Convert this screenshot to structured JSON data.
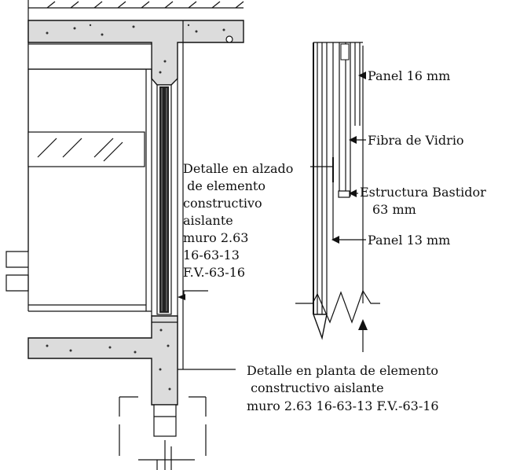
{
  "elevation_detail": {
    "title_lines": [
      "Detalle en alzado",
      " de elemento",
      "constructivo",
      "aislante",
      "muro 2.63",
      "16-63-13",
      "F.V.-63-16"
    ]
  },
  "section_labels": {
    "panel_16": "Panel 16 mm",
    "fibra": "Fibra de Vidrio",
    "estructura_line1": "Estructura Bastidor",
    "estructura_line2": "63 mm",
    "panel_13": "Panel 13 mm"
  },
  "plan_detail": {
    "title_lines": [
      "Detalle en planta de elemento",
      " constructivo aislante",
      "muro 2.63 16-63-13 F.V.-63-16"
    ]
  }
}
